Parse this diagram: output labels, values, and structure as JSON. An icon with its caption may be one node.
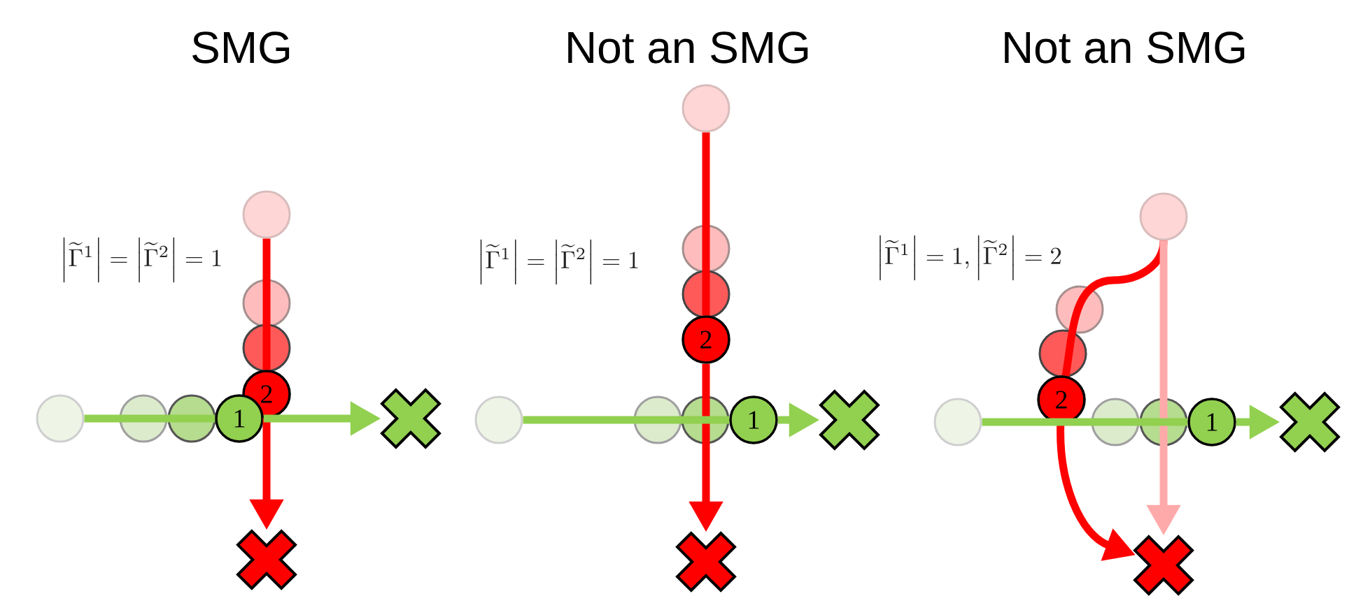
{
  "diagram": {
    "nodes": [
      {
        "text": [],
        "shape": "circle"
      },
      {
        "text": [
          "2"
        ]
      },
      {
        "text": [],
        "shape": "circle"
      },
      {
        "text": [
          "1"
        ]
      },
      {
        "text": [],
        "shape": "cross"
      },
      {
        "text": [],
        "shape": "cross"
      },
      {
        "text": [],
        "shape": "circle"
      },
      {
        "text": [
          "2"
        ]
      },
      {
        "text": [],
        "shape": "circle"
      },
      {
        "text": [
          "1"
        ]
      },
      {
        "text": [],
        "shape": "cross"
      },
      {
        "text": [],
        "shape": "cross"
      },
      {
        "text": [],
        "shape": "circle"
      },
      {
        "text": [
          "2"
        ]
      },
      {
        "text": [],
        "shape": "circle"
      },
      {
        "text": [
          "1"
        ]
      },
      {
        "text": [],
        "shape": "cross"
      },
      {
        "text": [],
        "shape": "cross"
      }
    ],
    "edges": [
      {
        "from": 0,
        "to": 1,
        "arrow": "none",
        "color": "#ff0000"
      },
      {
        "from": 1,
        "to": 5,
        "arrow": "to",
        "color": "#ff0000"
      },
      {
        "from": 2,
        "to": 3,
        "arrow": "none",
        "color": "#92d050"
      },
      {
        "from": 3,
        "to": 4,
        "arrow": "to",
        "color": "#92d050"
      },
      {
        "from": 6,
        "to": 7,
        "arrow": "none",
        "color": "#ff0000"
      },
      {
        "from": 7,
        "to": 11,
        "arrow": "to",
        "color": "#ff0000"
      },
      {
        "from": 8,
        "to": 9,
        "arrow": "none",
        "color": "#92d050"
      },
      {
        "from": 9,
        "to": 10,
        "arrow": "to",
        "color": "#92d050"
      },
      {
        "from": 12,
        "to": 13,
        "arrow": "none",
        "color": "#ff0000"
      },
      {
        "from": 13,
        "to": 17,
        "arrow": "to",
        "color": "#ff0000"
      },
      {
        "from": 12,
        "to": 17,
        "arrow": "to",
        "color": "#ffaaaa"
      },
      {
        "from": 14,
        "to": 15,
        "arrow": "none",
        "color": "#92d050"
      },
      {
        "from": 15,
        "to": 16,
        "arrow": "to",
        "color": "#92d050"
      }
    ],
    "labels": [
      "SMG",
      "Not an SMG",
      "Not an SMG",
      "\\left|\\widetilde{\\Gamma}^1\\right| = \\left|\\widetilde{\\Gamma}^2\\right| = 1",
      "\\left|\\widetilde{\\Gamma}^1\\right| = \\left|\\widetilde{\\Gamma}^2\\right| = 1",
      "\\left|\\widetilde{\\Gamma}^1\\right| = 1, \\left|\\widetilde{\\Gamma}^2\\right| = 2"
    ]
  }
}
